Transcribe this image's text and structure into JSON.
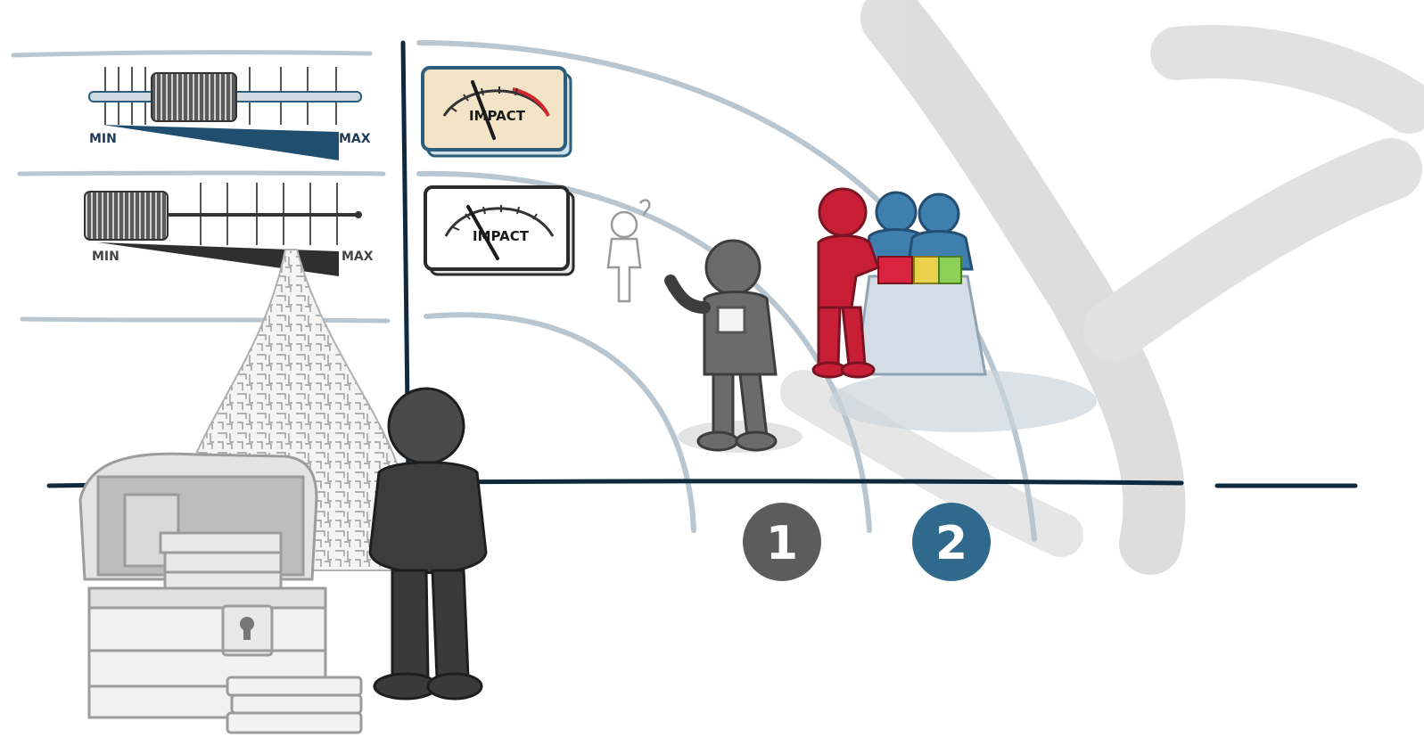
{
  "sliders": [
    {
      "min_label": "MIN",
      "max_label": "MAX",
      "level": 0.38,
      "accent": "#1f4e6e"
    },
    {
      "min_label": "MIN",
      "max_label": "MAX",
      "level": 0.1,
      "accent": "#333333"
    }
  ],
  "meters": [
    {
      "label": "IMPACT",
      "level": 0.6,
      "face": "#f3e4c8",
      "frame": "#2c5d7a"
    },
    {
      "label": "IMPACT",
      "level": 0.35,
      "face": "#ffffff",
      "frame": "#2b2b2b"
    }
  ],
  "steps": [
    {
      "number": "1",
      "color": "#5c5c5c"
    },
    {
      "number": "2",
      "color": "#2f6a8c"
    }
  ],
  "colors": {
    "line": "#b7c6d1",
    "axis": "#0f2a3f",
    "figure_gray": "#6b6b6b",
    "figure_red": "#c81f37",
    "figure_blue": "#3f7fae",
    "box_red": "#d9243f",
    "box_yellow": "#e8d24c",
    "box_green": "#8ecf57"
  }
}
